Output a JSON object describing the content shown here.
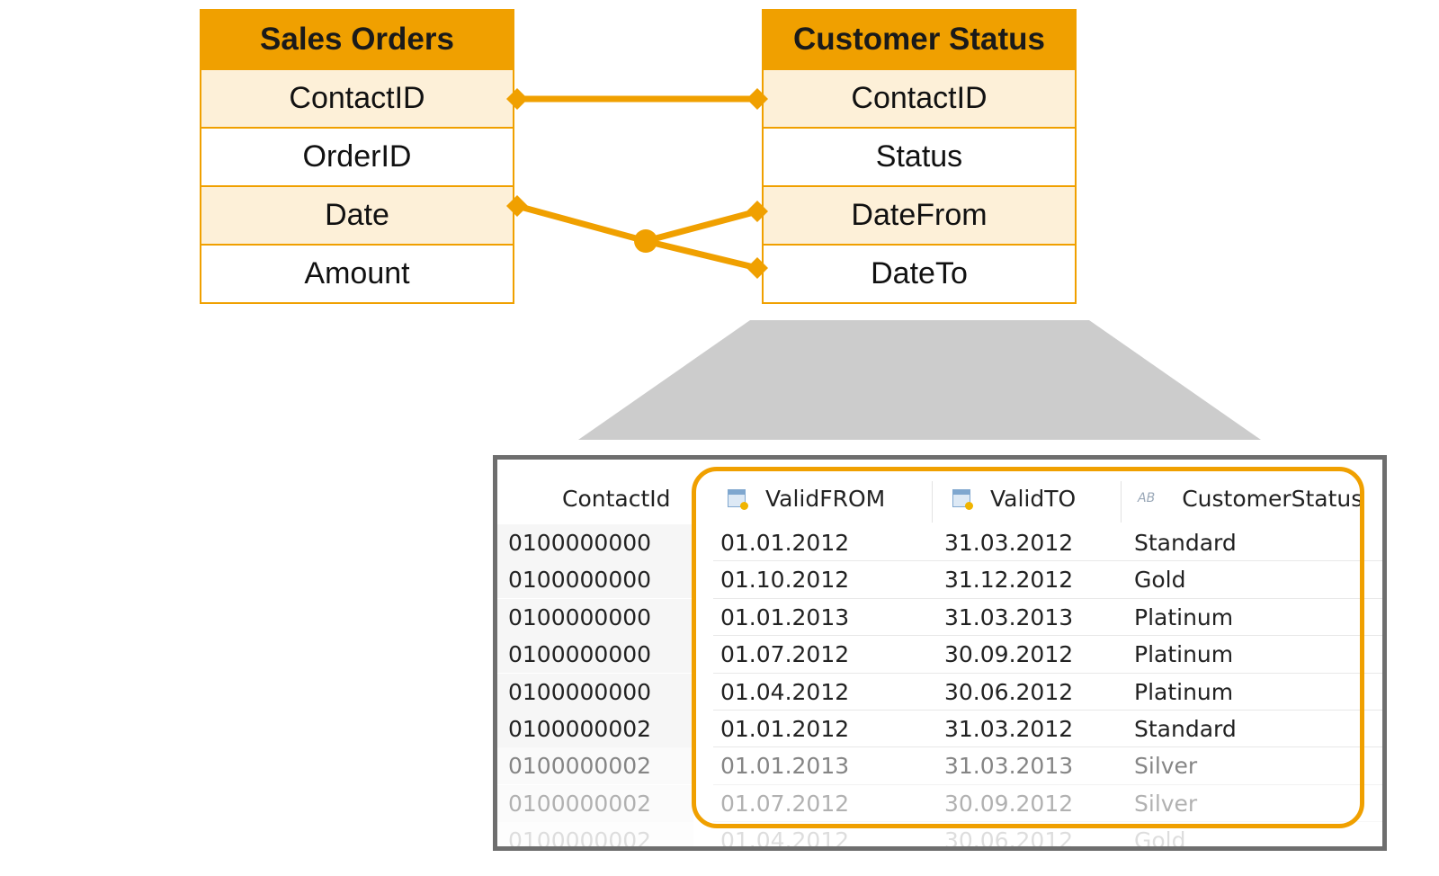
{
  "sales_orders": {
    "title": "Sales Orders",
    "fields": [
      "ContactID",
      "OrderID",
      "Date",
      "Amount"
    ]
  },
  "customer_status": {
    "title": "Customer Status",
    "fields": [
      "ContactID",
      "Status",
      "DateFrom",
      "DateTo"
    ]
  },
  "colors": {
    "accent": "#f0a000",
    "key_row": "#fdf0d8",
    "funnel": "#cccccc",
    "panel_border": "#6e6e6e"
  },
  "grid": {
    "columns": [
      "ContactId",
      "ValidFROM",
      "ValidTO",
      "CustomerStatus"
    ],
    "column_icons": [
      "",
      "calendar-icon",
      "calendar-icon",
      "text-type-icon"
    ],
    "rows": [
      [
        "0100000000",
        "01.01.2012",
        "31.03.2012",
        "Standard"
      ],
      [
        "0100000000",
        "01.10.2012",
        "31.12.2012",
        "Gold"
      ],
      [
        "0100000000",
        "01.01.2013",
        "31.03.2013",
        "Platinum"
      ],
      [
        "0100000000",
        "01.07.2012",
        "30.09.2012",
        "Platinum"
      ],
      [
        "0100000000",
        "01.04.2012",
        "30.06.2012",
        "Platinum"
      ],
      [
        "0100000002",
        "01.01.2012",
        "31.03.2012",
        "Standard"
      ],
      [
        "0100000002",
        "01.01.2013",
        "31.03.2013",
        "Silver"
      ],
      [
        "0100000002",
        "01.07.2012",
        "30.09.2012",
        "Silver"
      ],
      [
        "0100000002",
        "01.04.2012",
        "30.06.2012",
        "Gold"
      ]
    ]
  }
}
